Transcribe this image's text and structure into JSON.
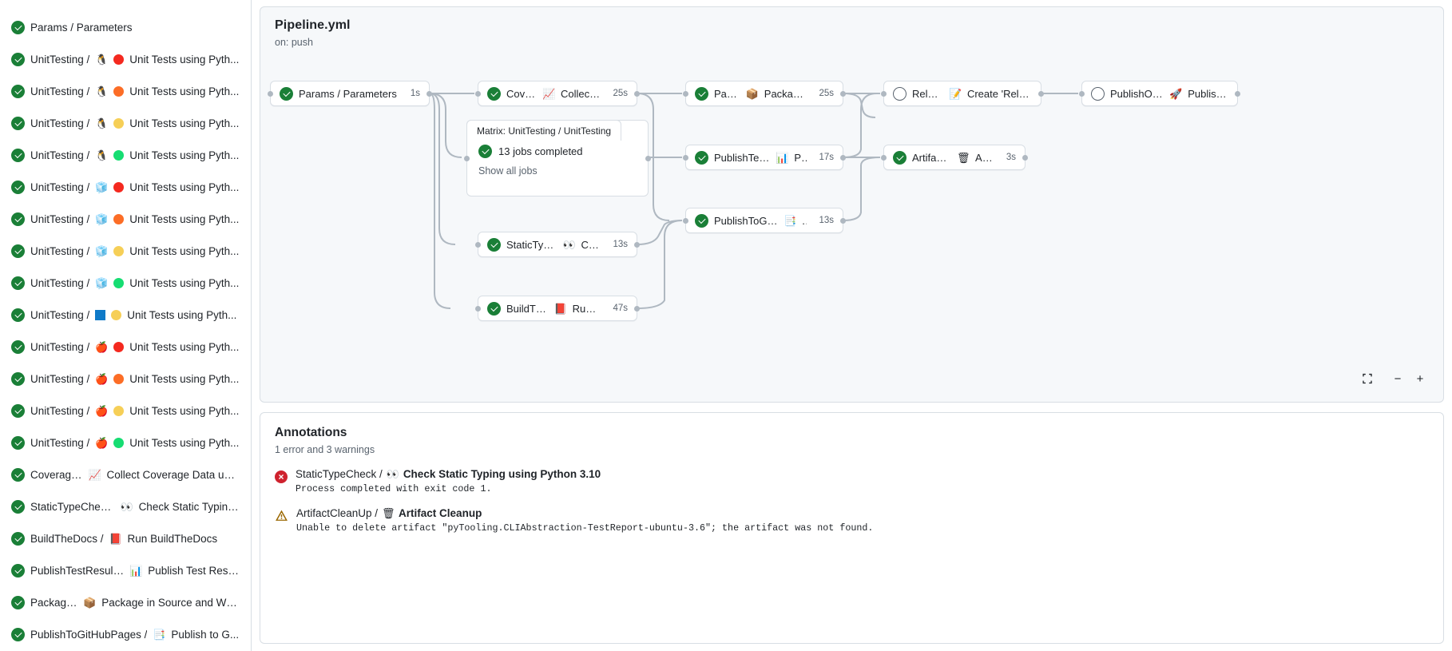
{
  "sidebar": {
    "jobs": [
      {
        "status": "success",
        "name": "Params / Parameters",
        "os": null,
        "ver": null,
        "rest": null
      },
      {
        "status": "success",
        "name": "UnitTesting / ",
        "os": "penguin",
        "ver": "red",
        "rest": "Unit Tests using Pyth..."
      },
      {
        "status": "success",
        "name": "UnitTesting / ",
        "os": "penguin",
        "ver": "orange",
        "rest": "Unit Tests using Pyth..."
      },
      {
        "status": "success",
        "name": "UnitTesting / ",
        "os": "penguin",
        "ver": "yellow",
        "rest": "Unit Tests using Pyth..."
      },
      {
        "status": "success",
        "name": "UnitTesting / ",
        "os": "penguin",
        "ver": "green",
        "rest": "Unit Tests using Pyth..."
      },
      {
        "status": "success",
        "name": "UnitTesting / ",
        "os": "cube",
        "ver": "red",
        "rest": "Unit Tests using Pyth..."
      },
      {
        "status": "success",
        "name": "UnitTesting / ",
        "os": "cube",
        "ver": "orange",
        "rest": "Unit Tests using Pyth..."
      },
      {
        "status": "success",
        "name": "UnitTesting / ",
        "os": "cube",
        "ver": "yellow",
        "rest": "Unit Tests using Pyth..."
      },
      {
        "status": "success",
        "name": "UnitTesting / ",
        "os": "cube",
        "ver": "green",
        "rest": "Unit Tests using Pyth..."
      },
      {
        "status": "success",
        "name": "UnitTesting / ",
        "os": "bluesquare",
        "ver": "yellow",
        "rest": "Unit Tests using Pyth..."
      },
      {
        "status": "success",
        "name": "UnitTesting / ",
        "os": "apple",
        "ver": "red",
        "rest": "Unit Tests using Pyth..."
      },
      {
        "status": "success",
        "name": "UnitTesting / ",
        "os": "apple",
        "ver": "orange",
        "rest": "Unit Tests using Pyth..."
      },
      {
        "status": "success",
        "name": "UnitTesting / ",
        "os": "apple",
        "ver": "yellow",
        "rest": "Unit Tests using Pyth..."
      },
      {
        "status": "success",
        "name": "UnitTesting / ",
        "os": "apple",
        "ver": "green",
        "rest": "Unit Tests using Pyth..."
      },
      {
        "status": "success",
        "name": "Coverage / ",
        "os": "chart",
        "ver": null,
        "rest": "Collect Coverage Data usi..."
      },
      {
        "status": "success",
        "name": "StaticTypeCheck / ",
        "os": "eyes",
        "ver": null,
        "rest": "Check Static Typing..."
      },
      {
        "status": "success",
        "name": "BuildTheDocs / ",
        "os": "book",
        "ver": null,
        "rest": "Run BuildTheDocs"
      },
      {
        "status": "success",
        "name": "PublishTestResults / ",
        "os": "barchart",
        "ver": null,
        "rest": "Publish Test Resu..."
      },
      {
        "status": "success",
        "name": "Package / ",
        "os": "package",
        "ver": null,
        "rest": "Package in Source and Wh..."
      },
      {
        "status": "success",
        "name": "PublishToGitHubPages / ",
        "os": "pages",
        "ver": null,
        "rest": "Publish to G..."
      }
    ]
  },
  "graph": {
    "title": "Pipeline.yml",
    "subtitle": "on: push",
    "nodes": [
      {
        "id": "params",
        "status": "success",
        "label": "Params / Parameters",
        "emoji": null,
        "duration": "1s"
      },
      {
        "id": "coverage",
        "status": "success",
        "label_pre": "Coverage / ",
        "emoji": "chart",
        "label": "Collect Cove...",
        "duration": "25s"
      },
      {
        "id": "statictype",
        "status": "success",
        "label_pre": "StaticTypeCheck / ",
        "emoji": "eyes",
        "label": "Chec...",
        "duration": "13s"
      },
      {
        "id": "builddocs",
        "status": "success",
        "label_pre": "BuildTheDocs / ",
        "emoji": "book",
        "label": "Run Buil...",
        "duration": "47s"
      },
      {
        "id": "package",
        "status": "success",
        "label_pre": "Package / ",
        "emoji": "package",
        "label": "Package in So...",
        "duration": "25s"
      },
      {
        "id": "testresults",
        "status": "success",
        "label_pre": "PublishTestResults / ",
        "emoji": "barchart",
        "label": "Pu...",
        "duration": "17s"
      },
      {
        "id": "ghpages",
        "status": "success",
        "label_pre": "PublishToGitHubPages / ",
        "emoji": "pages",
        "label": "...",
        "duration": "13s"
      },
      {
        "id": "release",
        "status": "neutral",
        "label_pre": "Release / ",
        "emoji": "memo",
        "label": "Create 'Release P...",
        "duration": ""
      },
      {
        "id": "cleanup",
        "status": "success",
        "label_pre": "ArtifactCleanUp / ",
        "emoji": "trash",
        "label": "Artifac...",
        "duration": "3s"
      },
      {
        "id": "pypi",
        "status": "neutral",
        "label_pre": "PublishOnPyPI / ",
        "emoji": "rocket",
        "label": "Publish to ...",
        "duration": ""
      }
    ],
    "matrix": {
      "tab_label": "Matrix: UnitTesting / UnitTesting",
      "status": "success",
      "summary": "13 jobs completed",
      "link": "Show all jobs"
    },
    "controls": {
      "fit_label": "fit-screen",
      "zoom_out_label": "−",
      "zoom_in_label": "+"
    }
  },
  "annotations": {
    "title": "Annotations",
    "summary": "1 error and 3 warnings",
    "items": [
      {
        "severity": "error",
        "job": "StaticTypeCheck / ",
        "emoji": "eyes",
        "step": "Check Static Typing using Python 3.10",
        "message": "Process completed with exit code 1."
      },
      {
        "severity": "warning",
        "job": "ArtifactCleanUp / ",
        "emoji": "trash",
        "step": "Artifact Cleanup",
        "message": "Unable to delete artifact \"pyTooling.CLIAbstraction-TestReport-ubuntu-3.6\"; the artifact was not found."
      }
    ]
  },
  "colors": {
    "success": "#1a7f37",
    "error": "#cf222e",
    "warning": "#9a6700",
    "border": "#d8dee4",
    "canvas": "#f6f8fa",
    "muted": "#59636e",
    "py_red": "#f4291f",
    "py_orange": "#fc6d26",
    "py_yellow": "#f6cf57",
    "py_green": "#16dd72",
    "win_blue": "#0f7ac8"
  }
}
